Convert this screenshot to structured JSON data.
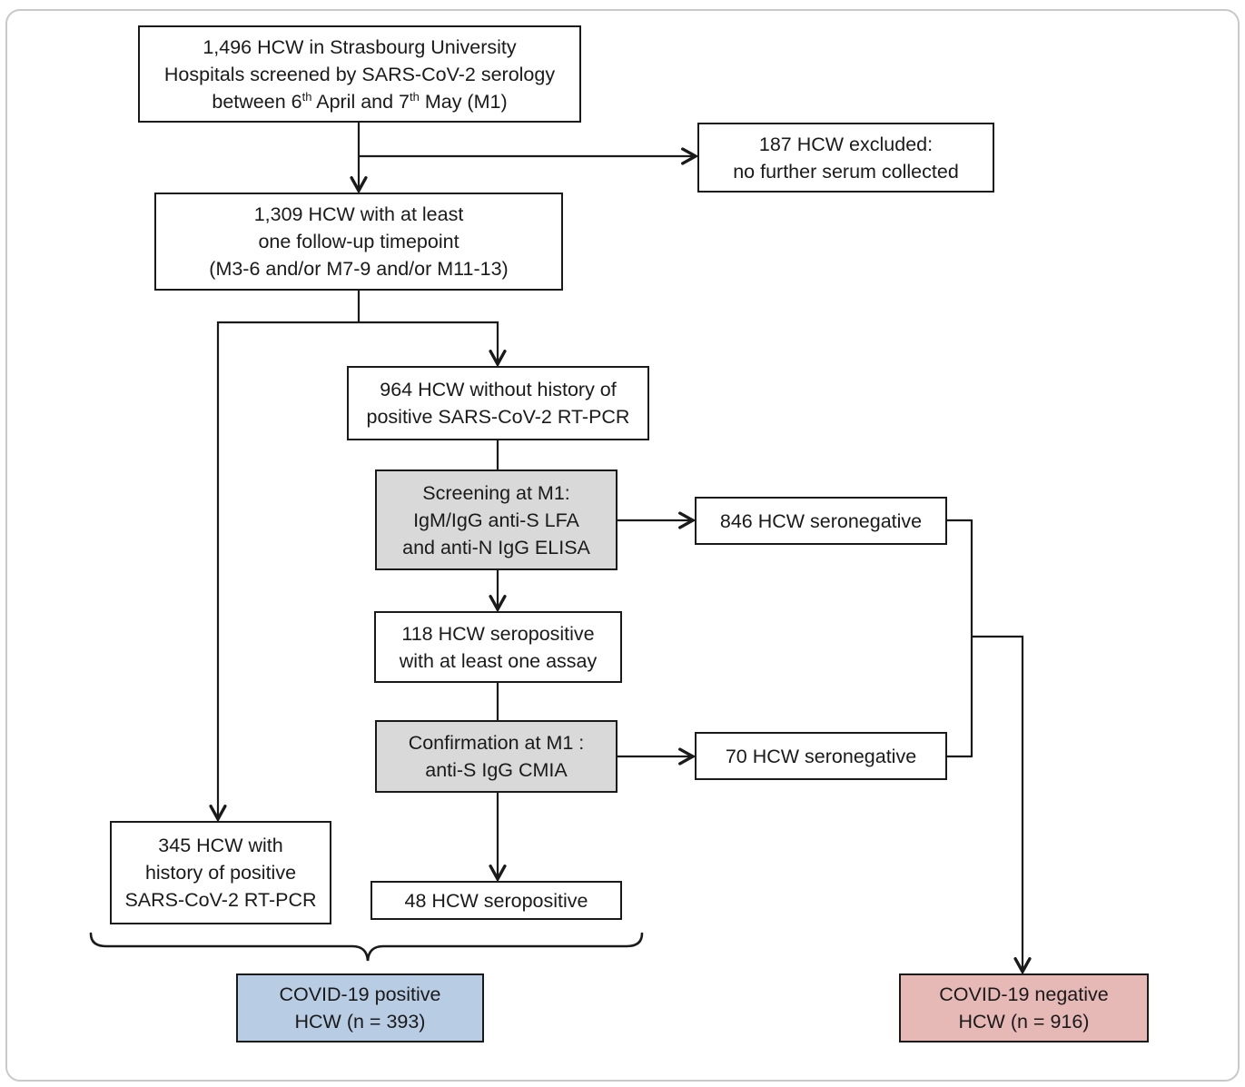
{
  "diagram": {
    "boxes": {
      "screened": {
        "line1": "1,496 HCW in Strasbourg University",
        "line2": "Hospitals screened by SARS-CoV-2 serology",
        "line3_parts": {
          "a": "between 6",
          "sup1": "th",
          "b": " April and 7",
          "sup2": "th",
          "c": " May (M1)"
        }
      },
      "excluded": {
        "line1": "187 HCW excluded:",
        "line2": "no further serum collected"
      },
      "followup": {
        "line1": "1,309 HCW with at least",
        "line2": "one follow-up timepoint",
        "line3": "(M3-6 and/or M7-9 and/or M11-13)"
      },
      "no_history": {
        "line1": "964 HCW without history of",
        "line2": "positive SARS-CoV-2 RT-PCR"
      },
      "screening": {
        "line1": "Screening at M1:",
        "line2": "IgM/IgG anti-S LFA",
        "line3": "and anti-N IgG ELISA"
      },
      "seroneg_846": {
        "line1": "846 HCW seronegative"
      },
      "seropos_118": {
        "line1": "118 HCW seropositive",
        "line2": "with at least one assay"
      },
      "confirmation": {
        "line1": "Confirmation at M1 :",
        "line2": "anti-S IgG CMIA"
      },
      "seroneg_70": {
        "line1": "70 HCW seronegative"
      },
      "history_345": {
        "line1": "345 HCW with",
        "line2": "history of positive",
        "line3": "SARS-CoV-2 RT-PCR"
      },
      "seropos_48": {
        "line1": "48 HCW seropositive"
      },
      "covid_positive": {
        "line1": "COVID-19 positive",
        "line2": "HCW (n = 393)"
      },
      "covid_negative": {
        "line1": "COVID-19 negative",
        "line2": "HCW (n = 916)"
      }
    },
    "colors": {
      "box_gray": "#d9d9d9",
      "box_blue": "#b8cce4",
      "box_pink": "#e6b9b7",
      "line_black": "#1a1a1a",
      "frame_gray": "#c9c9c9"
    }
  }
}
